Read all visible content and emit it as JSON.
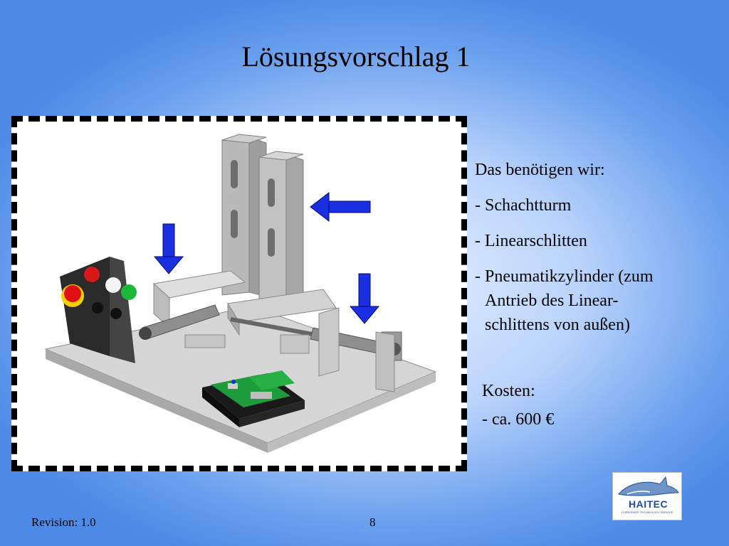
{
  "slide": {
    "title": "Lösungsvorschlag 1"
  },
  "requirements": {
    "heading": "Das benötigen wir:",
    "items": [
      "- Schachtturm",
      "- Linearschlitten"
    ],
    "pneumatic_line1": "- Pneumatikzylinder (zum",
    "pneumatic_line2": "Antrieb des Linear-",
    "pneumatic_line3": "schlittens von außen)"
  },
  "costs": {
    "heading": "Kosten:",
    "value": "- ca. 600 €"
  },
  "footer": {
    "revision": "Revision: 1.0",
    "page_number": "8"
  },
  "logo": {
    "name": "HAITEC",
    "tagline": "CORPORATE TECHNOLOGY SERVICE"
  },
  "colors": {
    "arrow": "#1a2fe0",
    "background_edge": "#4d8ae6"
  },
  "icons": [
    "arrow-down-icon",
    "arrow-left-icon",
    "shark-logo-icon"
  ]
}
